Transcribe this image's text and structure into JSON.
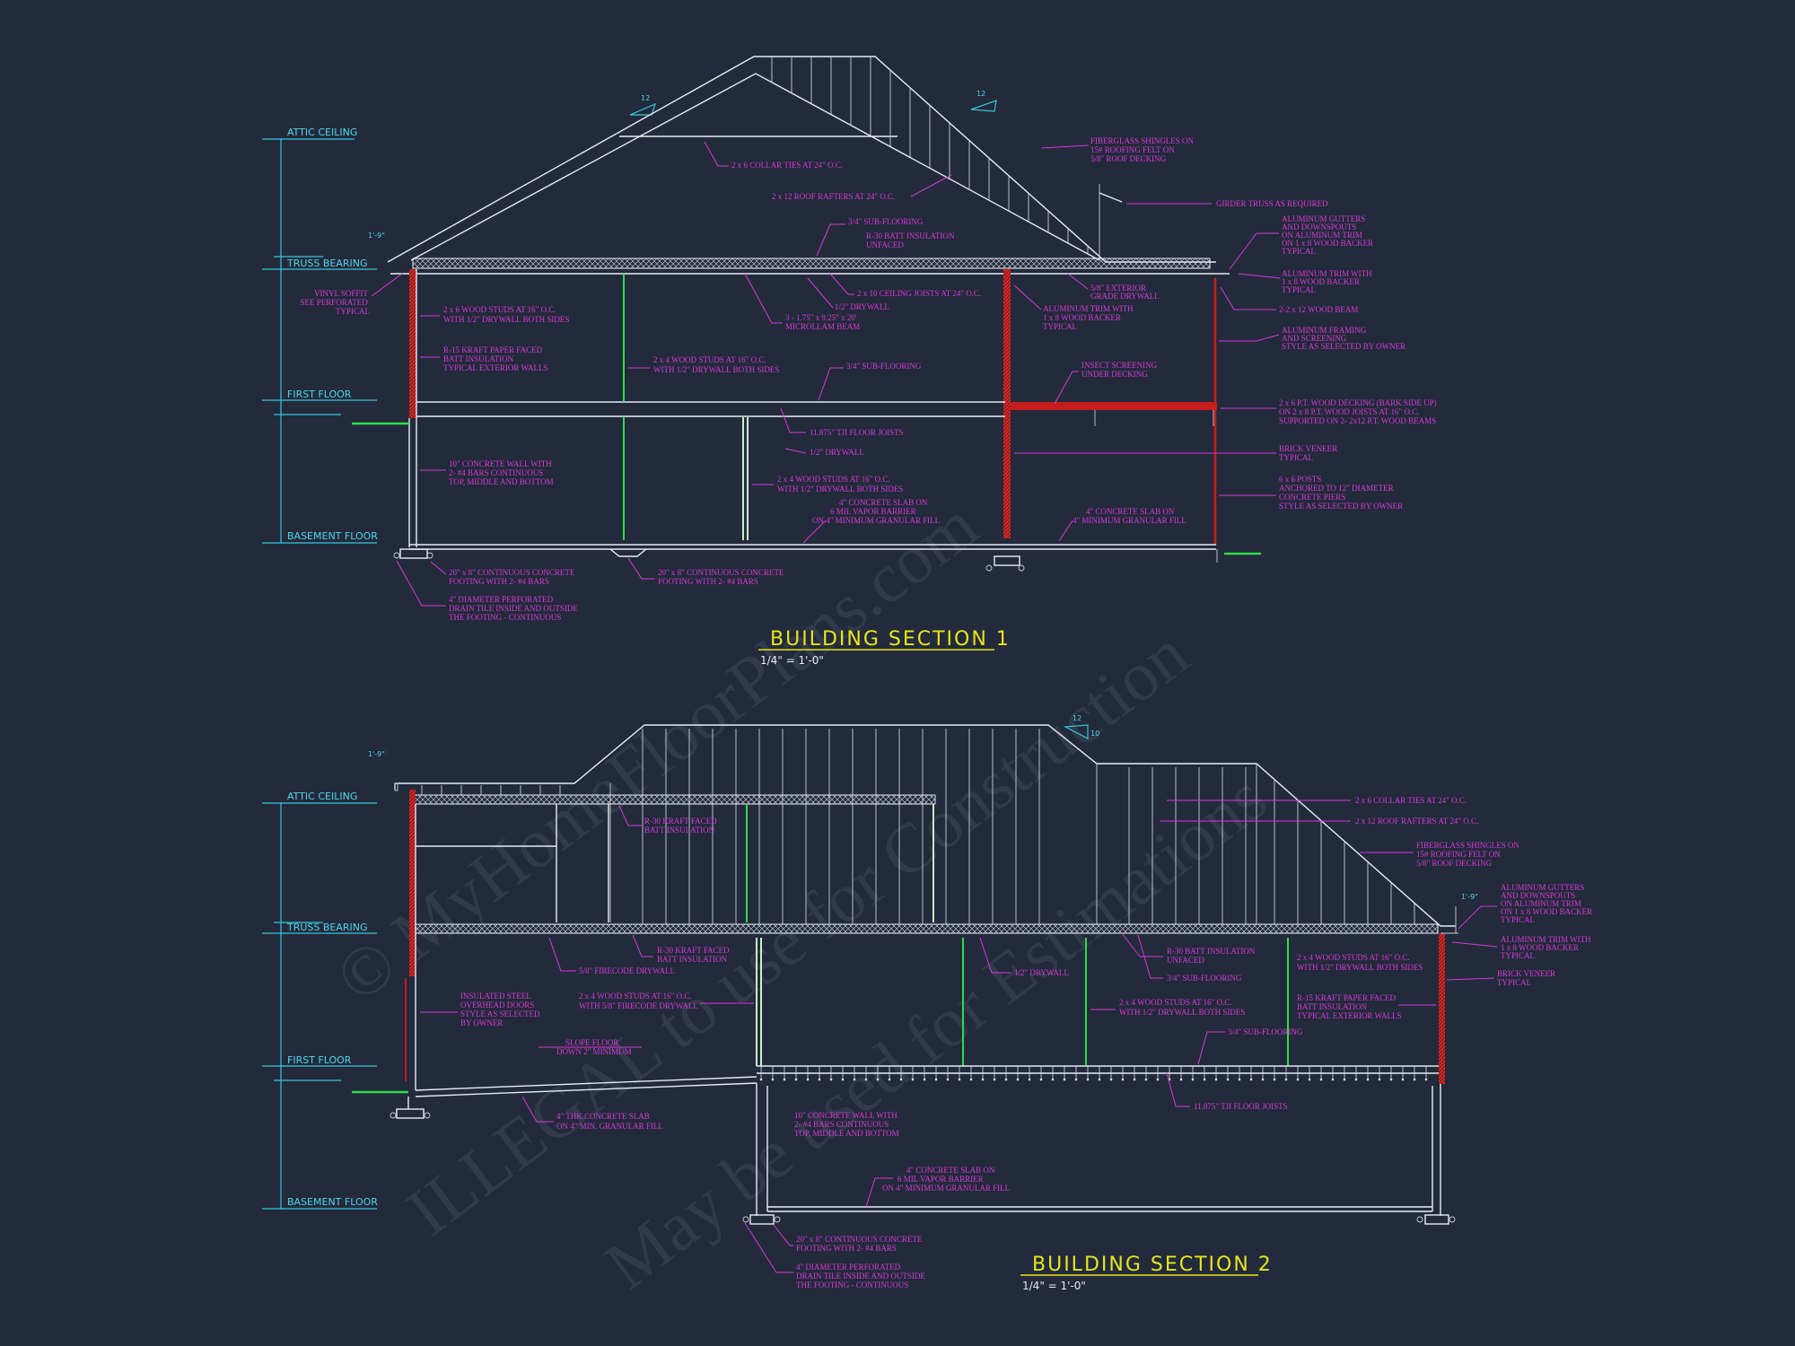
{
  "section1": {
    "title": "BUILDING SECTION 1",
    "scale": "1/4\" = 1'-0\"",
    "levels": [
      "ATTIC CEILING",
      "TRUSS BEARING",
      "FIRST FLOOR",
      "BASEMENT FLOOR"
    ],
    "overhang_dim": "1'-9\"",
    "pitch_left": "12",
    "pitch_right": "12",
    "notes": {
      "collar_ties": "2 x 6 COLLAR TIES AT 24\" O.C.",
      "rafters": "2 x 12 ROOF RAFTERS AT 24\" O.C.",
      "shingles": [
        "FIBERGLASS SHINGLES ON",
        "15# ROOFING FELT ON",
        "5/8\" ROOF DECKING"
      ],
      "girder_truss": "GIRDER TRUSS AS REQUIRED",
      "subfloor_top": "3/4\" SUB-FLOORING",
      "batt_r30": [
        "R-30 BATT INSULATION",
        "UNFACED"
      ],
      "gutters": [
        "ALUMINUM GUTTERS",
        "AND DOWNSPOUTS",
        "ON ALUMINUM TRIM",
        "ON 1 x 8 WOOD BACKER",
        "TYPICAL"
      ],
      "ceiling_joists": "2 x 10 CEILING JOISTS AT 24\" O.C.",
      "drywall_half": "1/2\" DRYWALL",
      "exterior_drywall": [
        "5/8\" EXTERIOR",
        "GRADE DRYWALL"
      ],
      "alum_trim_1x8": [
        "ALUMINUM TRIM WITH",
        "1 x 8 WOOD BACKER",
        "TYPICAL"
      ],
      "wood_beam": "2-2 x 12 WOOD BEAM",
      "vinyl_soffit": [
        "VINYL SOFFIT",
        "SEE PERFORATED",
        "TYPICAL"
      ],
      "studs_exterior": [
        "2 x 6 WOOD STUDS AT 16\" O.C.",
        "WITH 1/2\" DRYWALL BOTH SIDES"
      ],
      "microllam": [
        "3 - 1.75\" x 9.25\" x 20'",
        "MICROLLAM BEAM"
      ],
      "alum_trim_2": [
        "ALUMINUM TRIM WITH",
        "1 x 8 WOOD BACKER",
        "TYPICAL"
      ],
      "alum_framing": [
        "ALUMINUM FRAMING",
        "AND SCREENING",
        "STYLE AS SELECTED BY OWNER"
      ],
      "r15_kraft": [
        "R-15 KRAFT PAPER FACED",
        "BATT INSULATION",
        "TYPICAL EXTERIOR WALLS"
      ],
      "studs_interior": [
        "2 x 4 WOOD STUDS AT 16\" O.C.",
        "WITH 1/2\" DRYWALL BOTH SIDES"
      ],
      "subfloor_mid": "3/4\" SUB-FLOORING",
      "insect_screening": [
        "INSECT SCREENING",
        "UNDER DECKING"
      ],
      "pt_decking": [
        "2 x 6 P.T. WOOD DECKING (BARK SIDE UP)",
        "ON 2 x 8 P.T. WOOD JOISTS AT 16\" O.C.",
        "SUPPORTED ON 2- 2x12 P.T. WOOD BEAMS"
      ],
      "floor_joists": "11.875\" TJI FLOOR JOISTS",
      "drywall_bsmt": "1/2\" DRYWALL",
      "brick_veneer": [
        "BRICK VENEER",
        "TYPICAL"
      ],
      "concrete_wall": [
        "10\" CONCRETE WALL WITH",
        "2- #4 BARS CONTINUOUS",
        "TOP, MIDDLE AND BOTTOM"
      ],
      "studs_bsmt": [
        "2 x 4 WOOD STUDS AT 16\" O.C.",
        "WITH 1/2\" DRYWALL BOTH SIDES"
      ],
      "posts": [
        "6 x 6 POSTS",
        "ANCHORED TO 12\" DIAMETER",
        "CONCRETE PIERS",
        "STYLE AS SELECTED BY OWNER"
      ],
      "slab_vapor": [
        "4\" CONCRETE SLAB ON",
        "6 MIL VAPOR BARRIER",
        "ON 4\" MINIMUM GRANULAR FILL"
      ],
      "slab_porch": [
        "4\" CONCRETE SLAB ON",
        "4\" MINIMUM GRANULAR FILL"
      ],
      "footing_left": [
        "20\" x 8\" CONTINUOUS CONCRETE",
        "FOOTING WITH 2- #4 BARS"
      ],
      "footing_mid": [
        "20\" x 8\" CONTINUOUS CONCRETE",
        "FOOTING WITH 2- #4 BARS"
      ],
      "drain_tile": [
        "4\" DIAMETER PERFORATED",
        "DRAIN TILE INSIDE AND OUTSIDE",
        "THE FOOTING - CONTINUOUS"
      ]
    }
  },
  "section2": {
    "title": "BUILDING SECTION 2",
    "scale": "1/4\" = 1'-0\"",
    "levels": [
      "ATTIC CEILING",
      "TRUSS BEARING",
      "FIRST FLOOR",
      "BASEMENT FLOOR"
    ],
    "overhang_dim": "1'-9\"",
    "overhang_dim_right": "1'-9\"",
    "pitch": "12",
    "pitch_rise": "10",
    "notes": {
      "kraft_r30_top": [
        "R-30 KRAFT FACED",
        "BATT INSULATION"
      ],
      "collar_ties": "2 x 6 COLLAR TIES AT 24\" O.C.",
      "rafters": "2 x 12 ROOF RAFTERS AT 24\" O.C.",
      "shingles": [
        "FIBERGLASS SHINGLES ON",
        "15# ROOFING FELT ON",
        "5/8\" ROOF DECKING"
      ],
      "gutters": [
        "ALUMINUM GUTTERS",
        "AND DOWNSPOUTS",
        "ON ALUMINUM TRIM",
        "ON 1 x 8 WOOD BACKER",
        "TYPICAL"
      ],
      "alum_trim": [
        "ALUMINUM TRIM WITH",
        "1 x 8 WOOD BACKER",
        "TYPICAL"
      ],
      "brick_veneer": [
        "BRICK VENEER",
        "TYPICAL"
      ],
      "kraft_r30_mid": [
        "R-30 KRAFT FACED",
        "BATT INSULATION"
      ],
      "firecode": "5/8\" FIRECODE DRYWALL",
      "drywall_half": "1/2\" DRYWALL",
      "r30_unfaced": [
        "R-30 BATT INSULATION",
        "UNFACED"
      ],
      "subfloor_1": "3/4\" SUB-FLOORING",
      "studs_right": [
        "2 x 4 WOOD STUDS AT 16\" O.C.",
        "WITH 1/2\" DRYWALL BOTH SIDES"
      ],
      "overhead_doors": [
        "INSULATED STEEL",
        "OVERHEAD DOORS",
        "STYLE AS SELECTED",
        "BY OWNER"
      ],
      "studs_firecode": [
        "2 x 4 WOOD STUDS AT 16\" O.C.",
        "WITH 5/8\" FIRECODE DRYWALL"
      ],
      "studs_mid": [
        "2 x 4 WOOD STUDS AT 16\" O.C.",
        "WITH 1/2\" DRYWALL BOTH SIDES"
      ],
      "r15_kraft": [
        "R-15 KRAFT PAPER FACED",
        "BATT INSULATION",
        "TYPICAL EXTERIOR WALLS"
      ],
      "subfloor_2": "3/4\" SUB-FLOORING",
      "slope_floor": [
        "SLOPE FLOOR",
        "DOWN 2\" MINIMUM"
      ],
      "garage_slab": [
        "4\" THK CONCRETE SLAB",
        "ON 4\" MIN. GRANULAR FILL"
      ],
      "concrete_wall": [
        "10\" CONCRETE WALL WITH",
        "2- #4 BARS CONTINUOUS",
        "TOP, MIDDLE AND BOTTOM"
      ],
      "floor_joists": "11.875\" TJI FLOOR JOISTS",
      "slab_vapor": [
        "4\" CONCRETE SLAB ON",
        "6 MIL VAPOR BARRIER",
        "ON 4\" MINIMUM GRANULAR FILL"
      ],
      "footing": [
        "20\" x 8\" CONTINUOUS CONCRETE",
        "FOOTING WITH 2- #4 BARS"
      ],
      "drain_tile": [
        "4\" DIAMETER PERFORATED",
        "DRAIN TILE INSIDE AND OUTSIDE",
        "THE FOOTING - CONTINUOUS"
      ]
    }
  },
  "watermark": [
    "© MyHomeFloorPlans.com",
    "ILLEGAL to use for Construction",
    "May be used for Estimations"
  ]
}
